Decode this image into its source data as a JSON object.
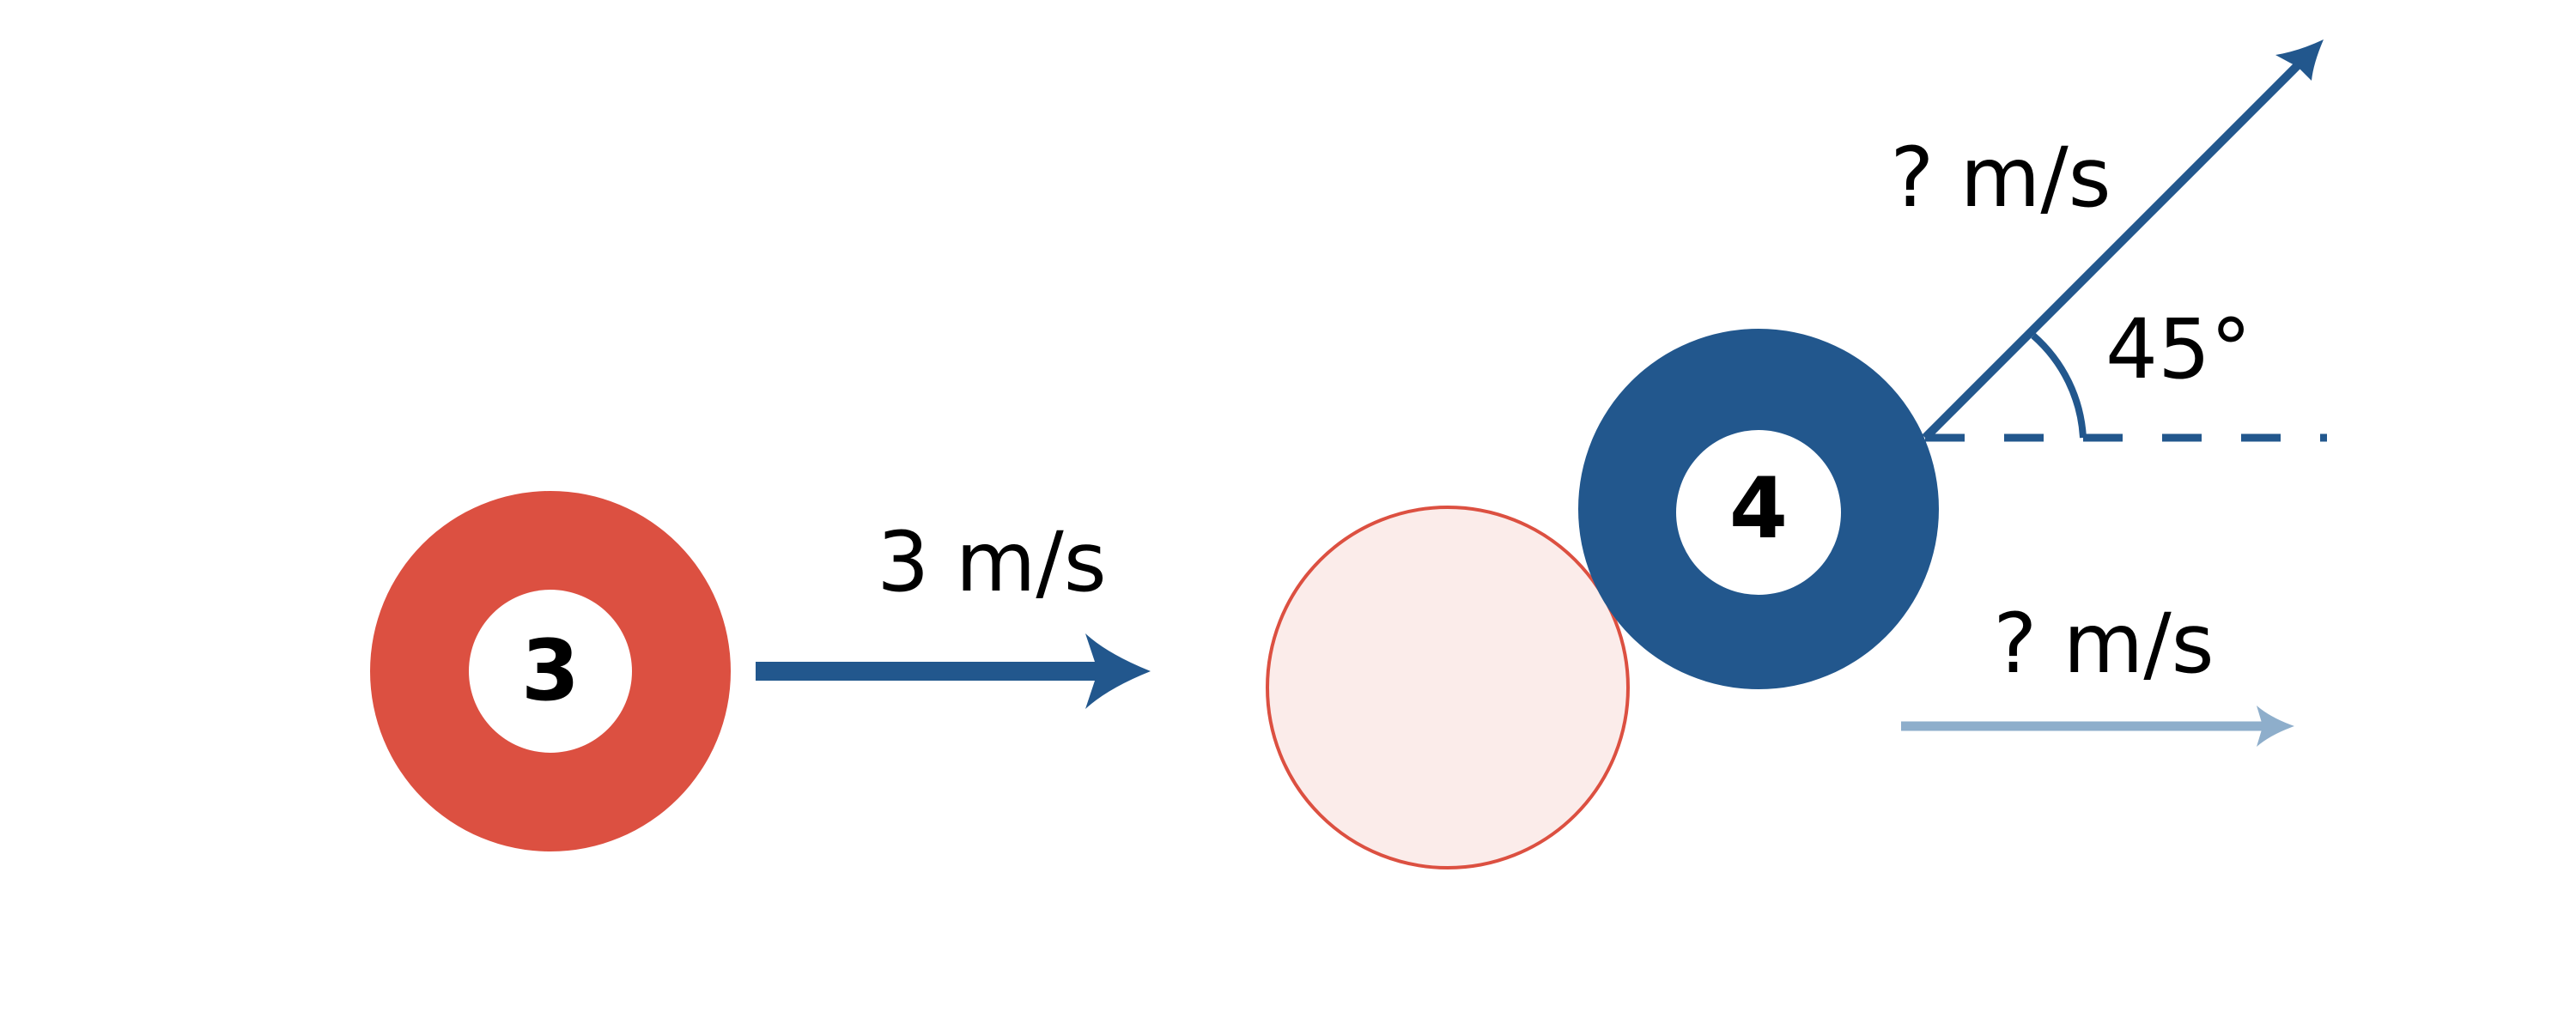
{
  "colors": {
    "ball_red": "#dc5041",
    "ball_ghost_fill": "#fbecea",
    "ball_ghost_stroke": "#dc5041",
    "ball_blue": "#22578d",
    "arrow_blue": "#22578d",
    "arrow_light_blue": "#8eaecb",
    "text": "#000000"
  },
  "balls": {
    "ball_3": {
      "number": "3"
    },
    "ball_4": {
      "number": "4"
    }
  },
  "velocities": {
    "ball_3_initial": "3 m/s",
    "ball_4_final": "? m/s",
    "ball_3_final": "? m/s"
  },
  "angle": {
    "label": "45°"
  }
}
